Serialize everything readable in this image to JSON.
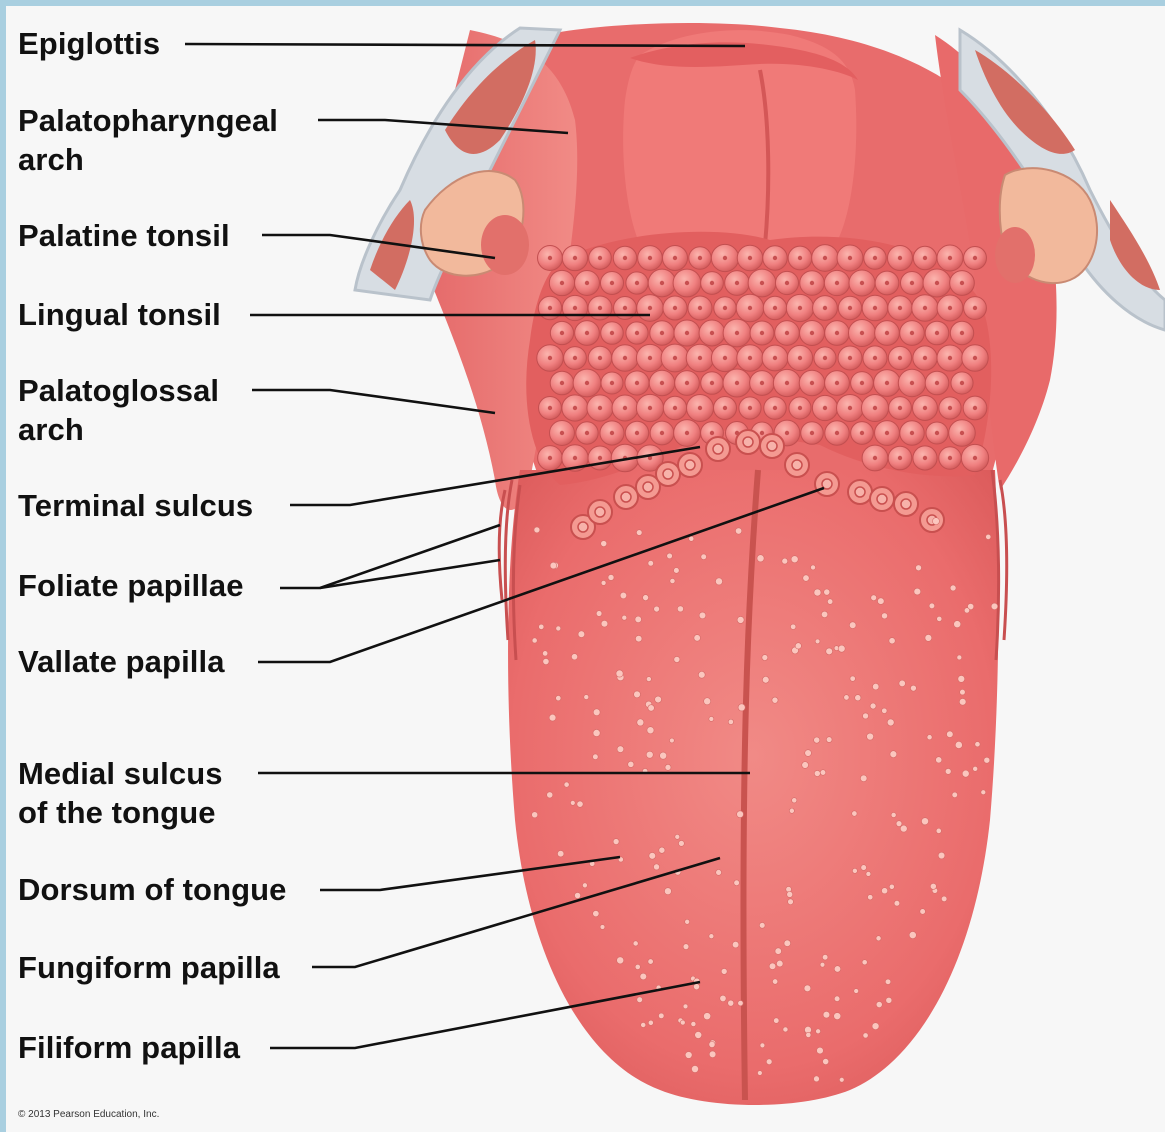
{
  "labels": [
    {
      "id": "epiglottis",
      "text": "Epiglottis"
    },
    {
      "id": "palatopharyngeal-arch",
      "text": "Palatopharyngeal\narch"
    },
    {
      "id": "palatine-tonsil",
      "text": "Palatine tonsil"
    },
    {
      "id": "lingual-tonsil",
      "text": "Lingual tonsil"
    },
    {
      "id": "palatoglossal-arch",
      "text": "Palatoglossal\narch"
    },
    {
      "id": "terminal-sulcus",
      "text": "Terminal sulcus"
    },
    {
      "id": "foliate-papillae",
      "text": "Foliate papillae"
    },
    {
      "id": "vallate-papilla",
      "text": "Vallate papilla"
    },
    {
      "id": "medial-sulcus",
      "text": "Medial sulcus\nof the tongue"
    },
    {
      "id": "dorsum-of-tongue",
      "text": "Dorsum of tongue"
    },
    {
      "id": "fungiform-papilla",
      "text": "Fungiform papilla"
    },
    {
      "id": "filiform-papilla",
      "text": "Filiform papilla"
    }
  ],
  "credit": "© 2013 Pearson Education, Inc.",
  "colors": {
    "tongue": "#ec6f6f",
    "tongue_dark": "#d85656",
    "tongue_light": "#f59a95",
    "tonsil": "#f2b39c",
    "background": "#f7f7f7",
    "border": "#a9cfe0"
  }
}
